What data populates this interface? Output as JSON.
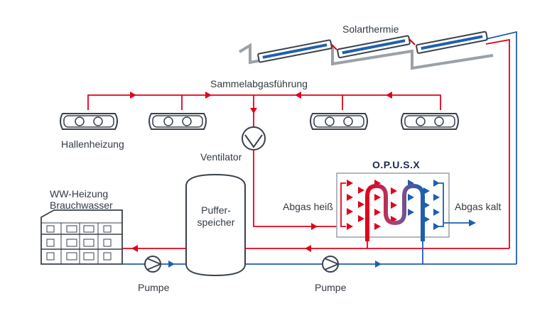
{
  "labels": {
    "solar": "Solarthermie",
    "exhaust_collector": "Sammelabgasführung",
    "hall_heating": "Hallenheizung",
    "fan": "Ventilator",
    "opusx": "O.P.U.S.X",
    "building_line1": "WW-Heizung",
    "building_line2": "Brauchwasser",
    "buffer_line1": "Puffer-",
    "buffer_line2": "speicher",
    "exhaust_hot": "Abgas heiß",
    "exhaust_cold": "Abgas kalt",
    "pump_left": "Pumpe",
    "pump_right": "Pumpe"
  },
  "colors": {
    "hot": "#e3001b",
    "cold": "#1f5fae",
    "outline": "#39414b",
    "frame": "#9aa1a8",
    "text": "#333b45"
  }
}
